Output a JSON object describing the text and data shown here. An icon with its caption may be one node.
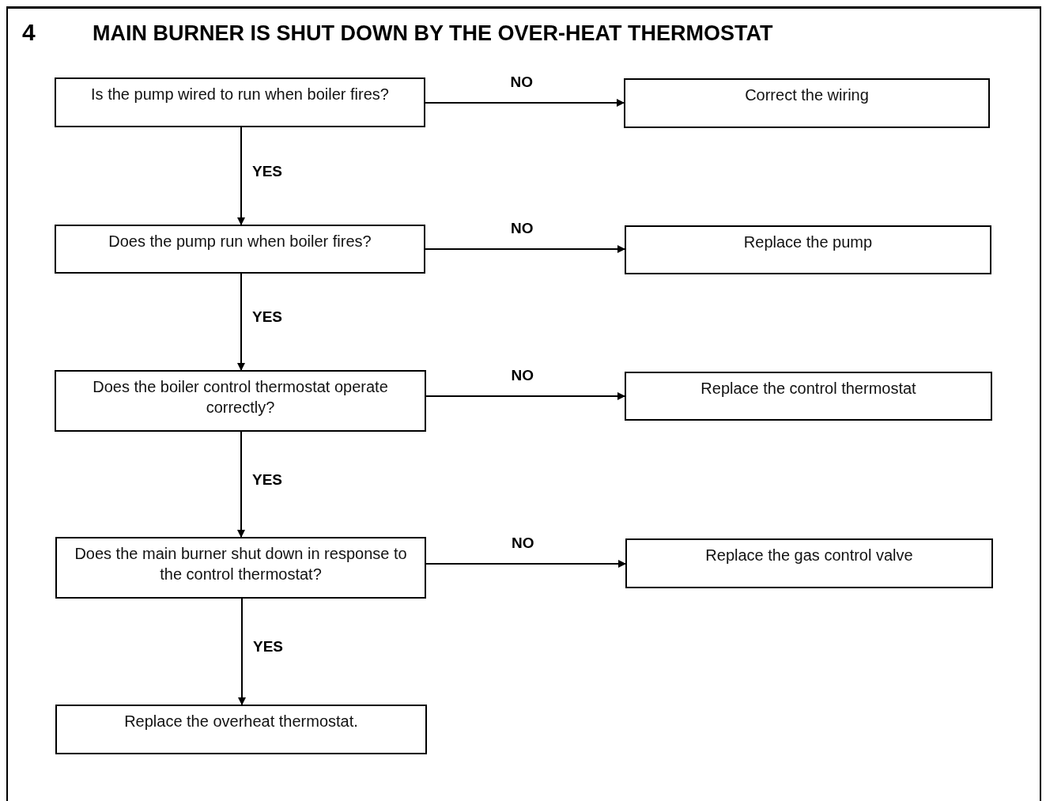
{
  "diagram": {
    "title": "MAIN BURNER IS SHUT DOWN BY THE OVER-HEAT THERMOSTAT",
    "nodes": [
      {
        "text": [
          "Is the pump wired to run when boiler fires?"
        ]
      },
      {
        "text": [
          "Correct the wiring"
        ]
      },
      {
        "text": [
          "Does the pump run when boiler fires?"
        ]
      },
      {
        "text": [
          "Replace the pump"
        ]
      },
      {
        "text": [
          "Does the boiler control thermostat operate correctly?"
        ]
      },
      {
        "text": [
          "Replace the control thermostat"
        ]
      },
      {
        "text": [
          "Does the main burner shut down in response to the control thermostat?"
        ]
      },
      {
        "text": [
          "Replace the gas control valve"
        ]
      },
      {
        "text": [
          "Replace the overheat thermostat."
        ]
      }
    ],
    "edges": [
      {
        "from": 0,
        "to": 1,
        "arrow": "to",
        "label": "NO"
      },
      {
        "from": 0,
        "to": 2,
        "arrow": "to",
        "label": "YES"
      },
      {
        "from": 2,
        "to": 3,
        "arrow": "to",
        "label": "NO"
      },
      {
        "from": 2,
        "to": 4,
        "arrow": "to",
        "label": "YES"
      },
      {
        "from": 4,
        "to": 5,
        "arrow": "to",
        "label": "NO"
      },
      {
        "from": 4,
        "to": 6,
        "arrow": "to",
        "label": "YES"
      },
      {
        "from": 6,
        "to": 7,
        "arrow": "to",
        "label": "NO"
      },
      {
        "from": 6,
        "to": 8,
        "arrow": "to",
        "label": "YES"
      }
    ],
    "labels": [
      "4"
    ]
  }
}
